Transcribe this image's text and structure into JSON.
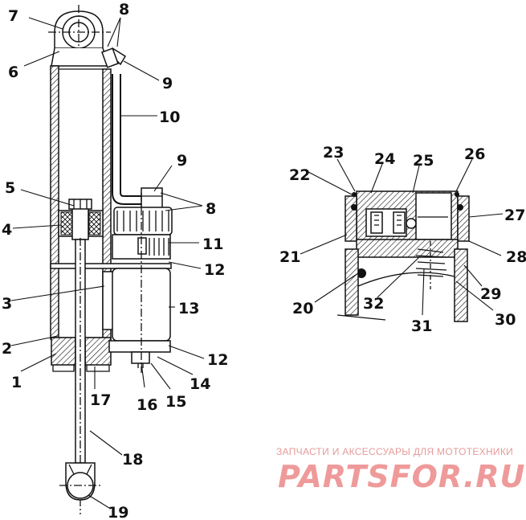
{
  "callouts": {
    "c1": "1",
    "c2": "2",
    "c3": "3",
    "c4": "4",
    "c5": "5",
    "c6": "6",
    "c7": "7",
    "c8a": "8",
    "c8b": "8",
    "c9a": "9",
    "c9b": "9",
    "c10": "10",
    "c11": "11",
    "c12a": "12",
    "c12b": "12",
    "c13": "13",
    "c14": "14",
    "c15": "15",
    "c16": "16",
    "c17": "17",
    "c18": "18",
    "c19": "19",
    "c20": "20",
    "c21": "21",
    "c22": "22",
    "c23": "23",
    "c24": "24",
    "c25": "25",
    "c26": "26",
    "c27": "27",
    "c28": "28",
    "c29": "29",
    "c30": "30",
    "c31": "31",
    "c32": "32"
  },
  "watermark": {
    "tagline": "ЗАПЧАСТИ И АКСЕССУАРЫ ДЛЯ МОТОТЕХНИКИ",
    "brand": "PARTSFOR.RU"
  },
  "colors": {
    "ink": "#111111",
    "watermark": "#ef9a9a"
  }
}
